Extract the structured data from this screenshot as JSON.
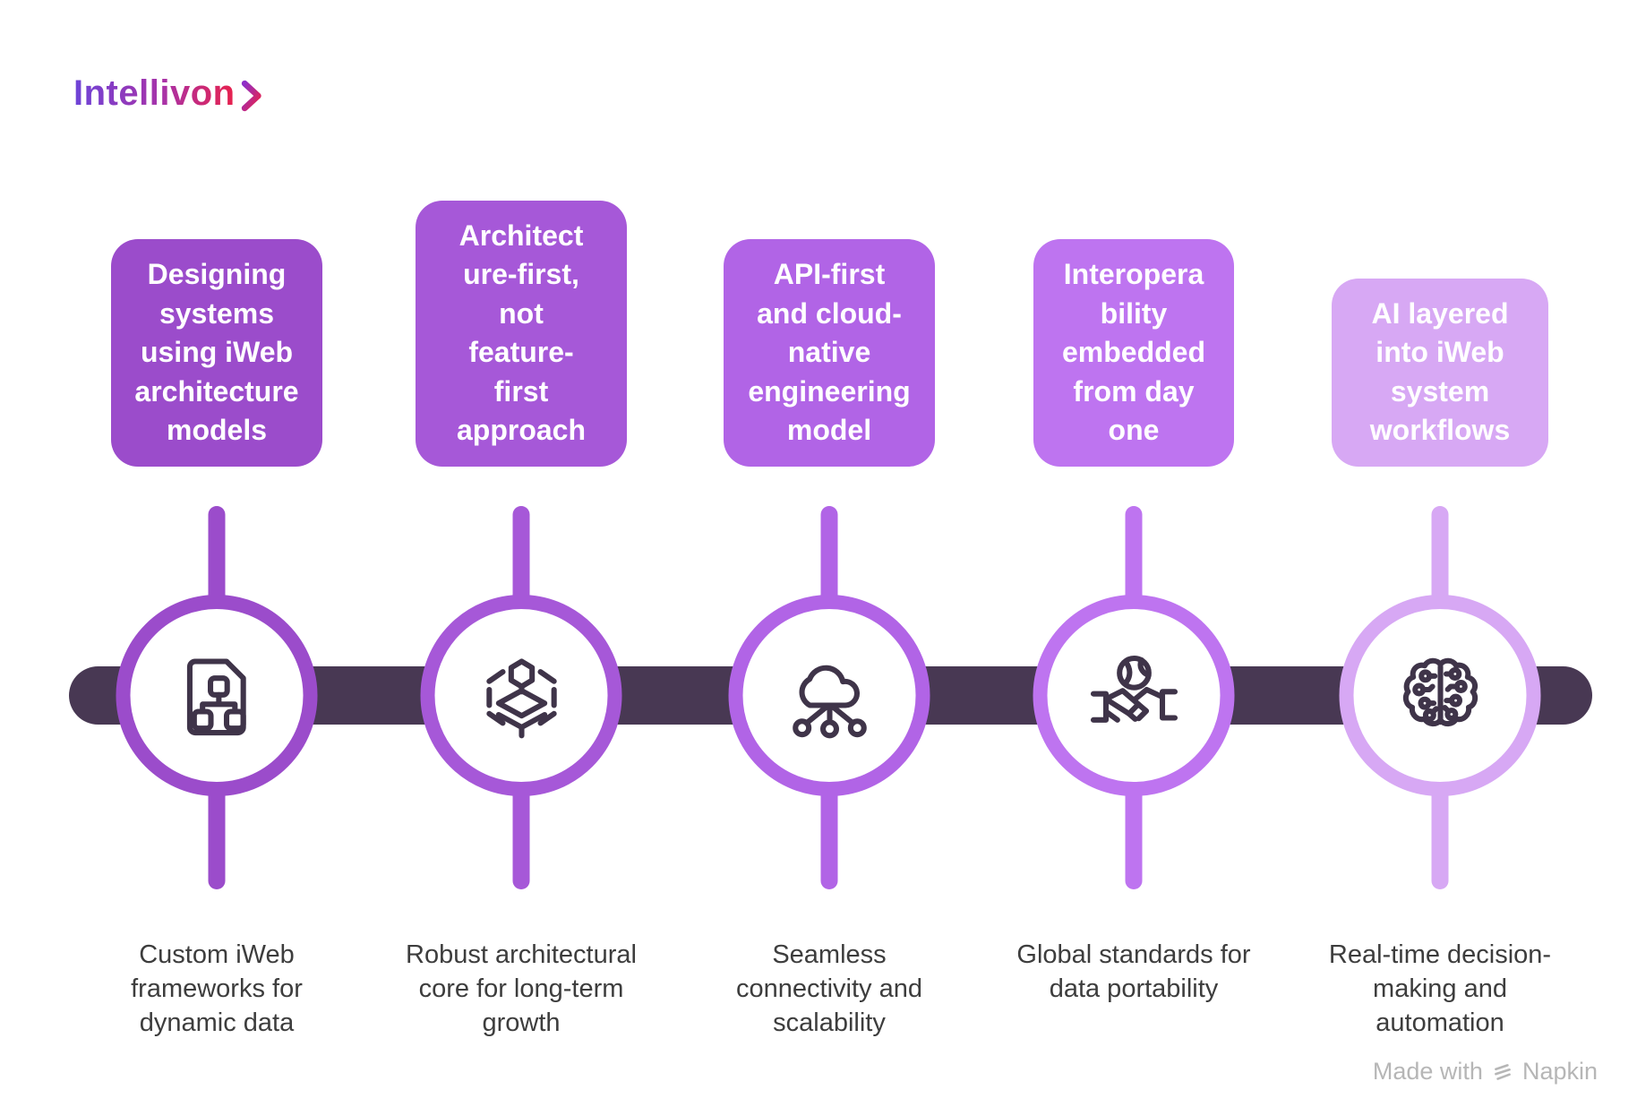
{
  "logo": {
    "text": "Intellivon"
  },
  "timeline": {
    "bar_color": "#483853",
    "icon_color": "#3f3449"
  },
  "steps": [
    {
      "title": "Designing\nsystems\nusing iWeb\narchitecture\nmodels",
      "caption": "Custom iWeb\nframeworks for\ndynamic data",
      "color": "#9b4ccb",
      "icon": "document-flowchart"
    },
    {
      "title": "Architect\nure-first,\nnot\nfeature-\nfirst\napproach",
      "caption": "Robust architectural\ncore for long-term\ngrowth",
      "color": "#a658d8",
      "icon": "layered-architecture"
    },
    {
      "title": "API-first\nand cloud-\nnative\nengineering\nmodel",
      "caption": "Seamless\nconnectivity and\nscalability",
      "color": "#b164e6",
      "icon": "cloud-network"
    },
    {
      "title": "Interopera\nbility\nembedded\nfrom day\none",
      "caption": "Global standards for\ndata portability",
      "color": "#be74f0",
      "icon": "handshake-globe"
    },
    {
      "title": "AI layered\ninto iWeb\nsystem\nworkflows",
      "caption": "Real-time decision-\nmaking and\nautomation",
      "color": "#d7a8f4",
      "icon": "ai-brain"
    }
  ],
  "footer": {
    "made_with": "Made with",
    "brand": "Napkin"
  }
}
